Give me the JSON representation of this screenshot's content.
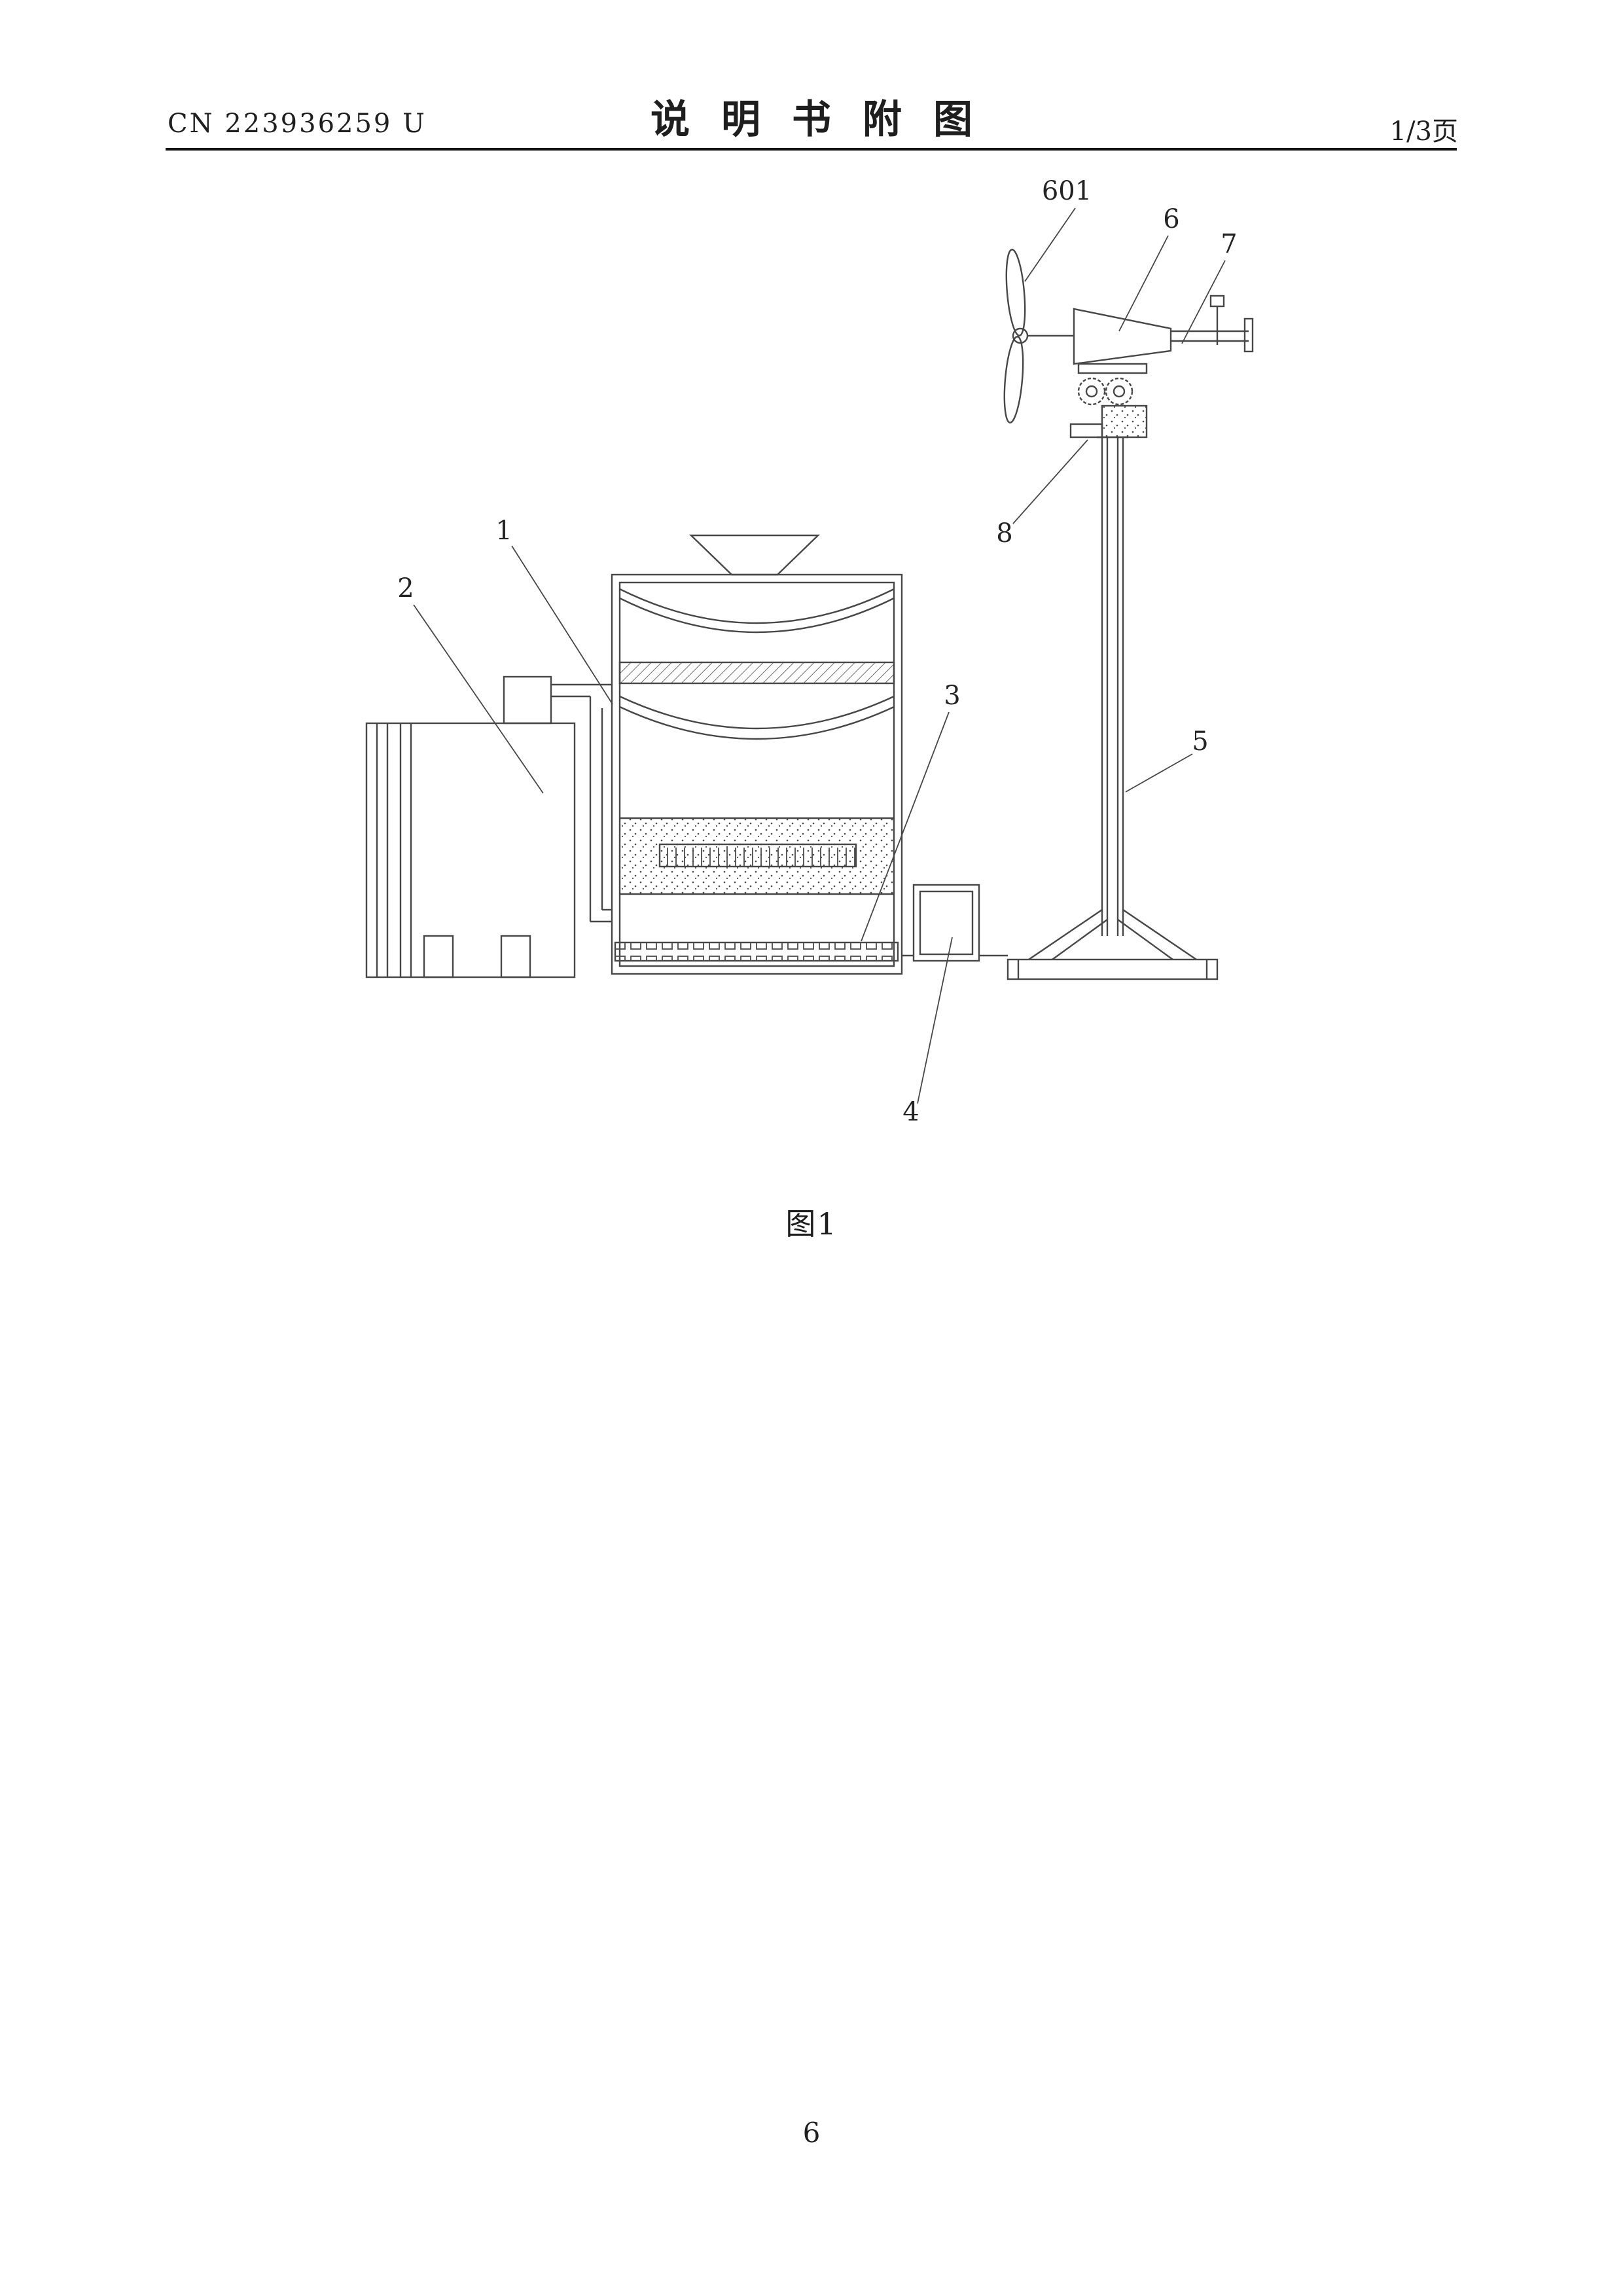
{
  "header": {
    "doc_number": "CN 223936259 U",
    "title": "说明书附图",
    "page_indicator": "1/3页"
  },
  "figure": {
    "caption": "图1",
    "labels": {
      "n601": "601",
      "n6": "6",
      "n7": "7",
      "n8": "8",
      "n5": "5",
      "n1": "1",
      "n2": "2",
      "n3": "3",
      "n4": "4"
    }
  },
  "footer": {
    "page_number": "6"
  }
}
